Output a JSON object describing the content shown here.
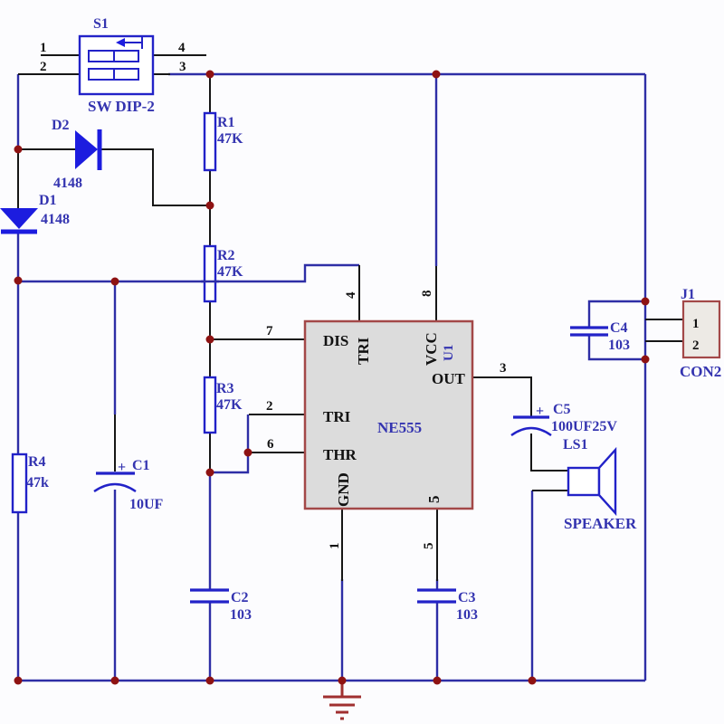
{
  "labels": {
    "s1": {
      "ref": "S1",
      "part": "SW DIP-2",
      "pin1": "1",
      "pin2": "2",
      "pin3": "3",
      "pin4": "4"
    },
    "d1": {
      "ref": "D1",
      "value": "4148"
    },
    "d2": {
      "ref": "D2",
      "value": "4148"
    },
    "r1": {
      "ref": "R1",
      "value": "47K"
    },
    "r2": {
      "ref": "R2",
      "value": "47K"
    },
    "r3": {
      "ref": "R3",
      "value": "47K"
    },
    "r4": {
      "ref": "R4",
      "value": "47k"
    },
    "c1": {
      "ref": "C1",
      "value": "10UF",
      "polarity": "+"
    },
    "c2": {
      "ref": "C2",
      "value": "103"
    },
    "c3": {
      "ref": "C3",
      "value": "103"
    },
    "c4": {
      "ref": "C4",
      "value": "103"
    },
    "c5": {
      "ref": "C5",
      "value": "100UF25V",
      "polarity": "+"
    },
    "u1": {
      "ref": "U1",
      "part": "NE555",
      "pins": {
        "dis": {
          "name": "DIS",
          "number": "7"
        },
        "tri_top": {
          "name": "TRI",
          "number": "4"
        },
        "vcc": {
          "name": "VCC",
          "number": "8"
        },
        "out": {
          "name": "OUT",
          "number": "3"
        },
        "tri": {
          "name": "TRI",
          "number": "2"
        },
        "thr": {
          "name": "THR",
          "number": "6"
        },
        "gnd": {
          "name": "GND",
          "number": "1"
        },
        "cv": {
          "name": "5",
          "number": "5"
        }
      }
    },
    "ls1": {
      "ref": "LS1",
      "part": "SPEAKER"
    },
    "j1": {
      "ref": "J1",
      "part": "CON2",
      "pin1": "1",
      "pin2": "2"
    }
  },
  "colors": {
    "background": "#fcfcfe",
    "wire": "#2e2ea6",
    "component": "#2222c8",
    "diode": "#1c1cdf",
    "label": "#3434b0",
    "pin_text": "#111111",
    "junction": "#8e1212",
    "ic_border": "#a34848",
    "ic_fill": "#dcdcdc",
    "ground": "#a03030"
  }
}
